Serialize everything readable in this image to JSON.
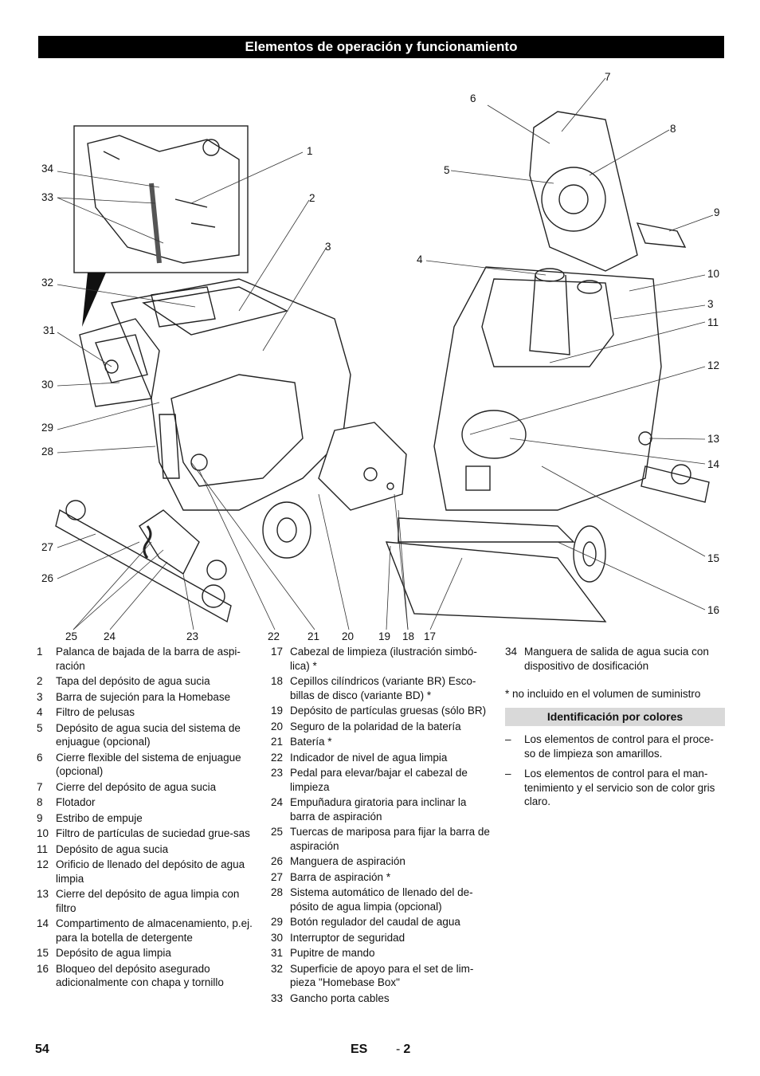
{
  "page_title": "Elementos de operación y funcionamiento",
  "callouts": {
    "left": [
      "34",
      "33",
      "32",
      "31",
      "30",
      "29",
      "28",
      "27",
      "26",
      "1",
      "2",
      "3"
    ],
    "right": [
      "7",
      "6",
      "8",
      "5",
      "9",
      "4",
      "10",
      "3",
      "11",
      "12",
      "13",
      "14",
      "15",
      "16"
    ],
    "bottom": [
      "25",
      "24",
      "23",
      "22",
      "21",
      "20",
      "19",
      "18",
      "17"
    ]
  },
  "col1": [
    {
      "n": "1",
      "t": "Palanca de bajada de la barra de aspi-ración"
    },
    {
      "n": "2",
      "t": "Tapa del depósito de agua sucia"
    },
    {
      "n": "3",
      "t": "Barra de sujeción para la Homebase"
    },
    {
      "n": "4",
      "t": "Filtro de pelusas"
    },
    {
      "n": "5",
      "t": "Depósito de agua sucia del sistema de enjuague (opcional)"
    },
    {
      "n": "6",
      "t": "Cierre flexible del sistema de enjuague (opcional)"
    },
    {
      "n": "7",
      "t": "Cierre del depósito de agua sucia"
    },
    {
      "n": "8",
      "t": "Flotador"
    },
    {
      "n": "9",
      "t": "Estribo de empuje"
    },
    {
      "n": "10",
      "t": "Filtro de partículas de suciedad grue-sas"
    },
    {
      "n": "11",
      "t": "Depósito de agua sucia"
    },
    {
      "n": "12",
      "t": "Orificio de llenado del depósito de agua limpia"
    },
    {
      "n": "13",
      "t": "Cierre del depósito de agua limpia con filtro"
    },
    {
      "n": "14",
      "t": "Compartimento de almacenamiento, p.ej. para la botella de detergente"
    },
    {
      "n": "15",
      "t": "Depósito de agua limpia"
    },
    {
      "n": "16",
      "t": "Bloqueo del depósito asegurado adicionalmente con chapa y tornillo"
    }
  ],
  "col2": [
    {
      "n": "17",
      "t": "Cabezal de limpieza (ilustración simbó-lica) *"
    },
    {
      "n": "18",
      "t": "Cepillos cilíndricos (variante BR) Esco-billas de disco (variante BD) *"
    },
    {
      "n": "19",
      "t": "Depósito de partículas gruesas (sólo BR)"
    },
    {
      "n": "20",
      "t": "Seguro de la polaridad de la batería"
    },
    {
      "n": "21",
      "t": "Batería *"
    },
    {
      "n": "22",
      "t": "Indicador de nivel de agua limpia"
    },
    {
      "n": "23",
      "t": "Pedal para elevar/bajar el cabezal de limpieza"
    },
    {
      "n": "24",
      "t": "Empuñadura giratoria para inclinar la barra de aspiración"
    },
    {
      "n": "25",
      "t": "Tuercas de mariposa para fijar la barra de aspiración"
    },
    {
      "n": "26",
      "t": "Manguera de aspiración"
    },
    {
      "n": "27",
      "t": "Barra de aspiración *"
    },
    {
      "n": "28",
      "t": "Sistema automático de llenado del de-pósito de agua limpia (opcional)"
    },
    {
      "n": "29",
      "t": "Botón regulador del caudal de agua"
    },
    {
      "n": "30",
      "t": "Interruptor de seguridad"
    },
    {
      "n": "31",
      "t": "Pupitre de mando"
    },
    {
      "n": "32",
      "t": "Superficie de apoyo para el set de lim-pieza \"Homebase Box\""
    },
    {
      "n": "33",
      "t": "Gancho porta cables"
    }
  ],
  "col3": [
    {
      "n": "34",
      "t": "Manguera de salida de agua sucia con dispositivo de dosificación"
    }
  ],
  "note": "* no incluido en el volumen de suministro",
  "color_section": {
    "title": "Identificación por colores",
    "bullets": [
      "Los elementos de control para el proce-so de limpieza son amarillos.",
      "Los elementos de control para el man-tenimiento y el servicio son de color gris claro."
    ]
  },
  "footer": {
    "page": "54",
    "lang": "ES",
    "sub": "2",
    "dash": "-"
  }
}
